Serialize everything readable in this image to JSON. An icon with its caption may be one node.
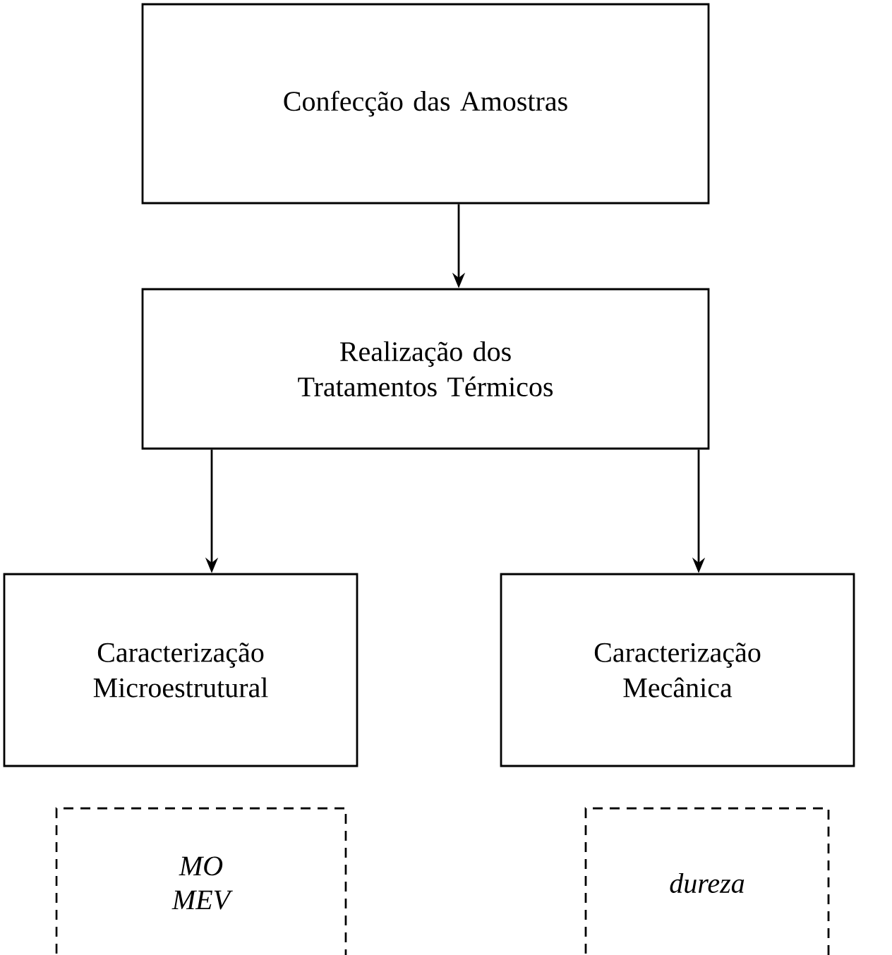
{
  "diagram": {
    "nodes": [
      {
        "text": [
          "Confecção das Amostras"
        ]
      },
      {
        "text": [
          "Realização dos Tratamentos Térmicos"
        ]
      },
      {
        "text": [
          "Caracterização Microestrutural"
        ]
      },
      {
        "text": [
          "Caracterização Mecânica"
        ]
      },
      {
        "text": [
          "MO MEV"
        ]
      },
      {
        "text": [
          "dureza"
        ]
      }
    ],
    "edges": [
      {
        "from": 0,
        "to": 1,
        "arrow": "to"
      },
      {
        "from": 1,
        "to": 2,
        "arrow": "to"
      },
      {
        "from": 1,
        "to": 3,
        "arrow": "to"
      }
    ]
  }
}
